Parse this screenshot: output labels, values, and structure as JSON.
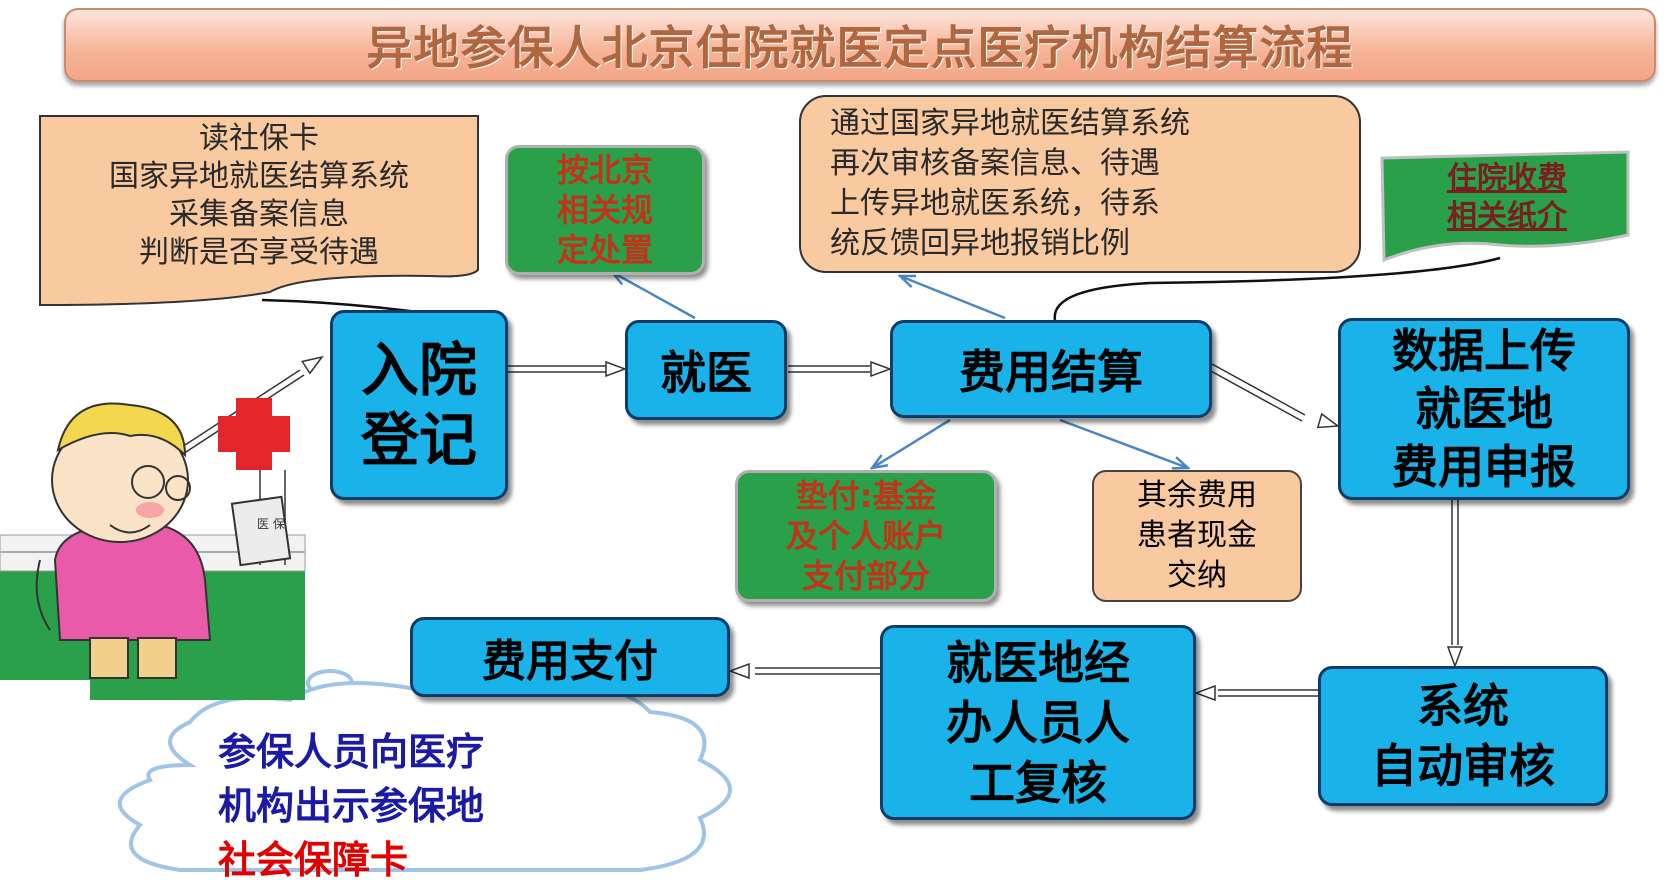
{
  "title": "异地参保人北京住院就医定点医疗机构结算流程",
  "nodes": {
    "admission": "入院\n登记",
    "treatment": "就医",
    "settlement": "费用结算",
    "upload": "数据上传\n就医地\n费用申报",
    "auto_review": "系统\n自动审核",
    "manual_review": "就医地经\n办人员人\n工复核",
    "payment": "费用支付"
  },
  "notes": {
    "read_card": "读社保卡\n国家异地就医结算系统\n采集备案信息\n判断是否享受待遇",
    "beijing_rules": "按北京\n相关规\n定处置",
    "national_system": "通过国家异地就医结算系统\n再次审核备案信息、待遇\n上传异地就医系统，待系\n统反馈回异地报销比例",
    "paper_media": "住院收费\n相关纸介",
    "advance_payment": "垫付:基金\n及个人账户\n支付部分",
    "cash_remaining": "其余费用\n患者现金\n交纳"
  },
  "cloud": {
    "line1": "参保人员向医疗",
    "line2": "机构出示参保地",
    "line3": "社会保障卡"
  },
  "illustration": {
    "card_label": "医\n保"
  },
  "colors": {
    "node_fill": "#19b3ea",
    "green_fill": "#2aa04a",
    "peach_fill": "#f9c9a0",
    "title_text": "#b0663f",
    "cloud_text": "#1a1aa6",
    "cloud_highlight": "#e00000"
  }
}
